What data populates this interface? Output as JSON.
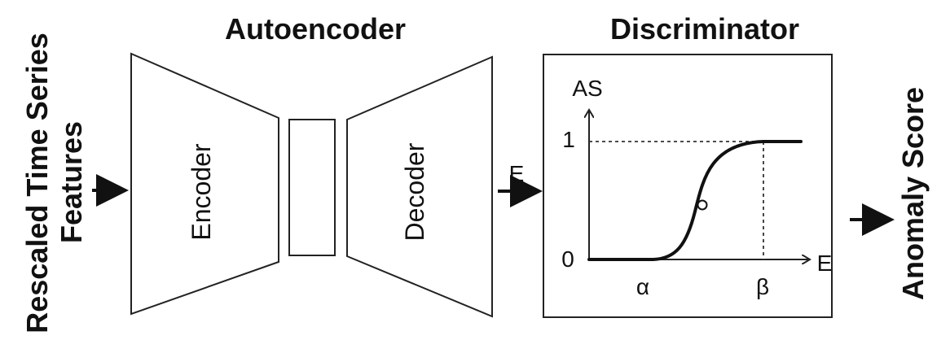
{
  "labels": {
    "input_line1": "Rescaled Time Series",
    "input_line2": "Features",
    "autoencoder_title": "Autoencoder",
    "discriminator_title": "Discriminator",
    "encoder": "Encoder",
    "decoder": "Decoder",
    "error_input": "E",
    "output": "Anomaly Score"
  },
  "plot": {
    "y_axis": "AS",
    "x_axis": "E",
    "y_one": "1",
    "y_zero": "0",
    "alpha": "α",
    "beta": "β"
  }
}
